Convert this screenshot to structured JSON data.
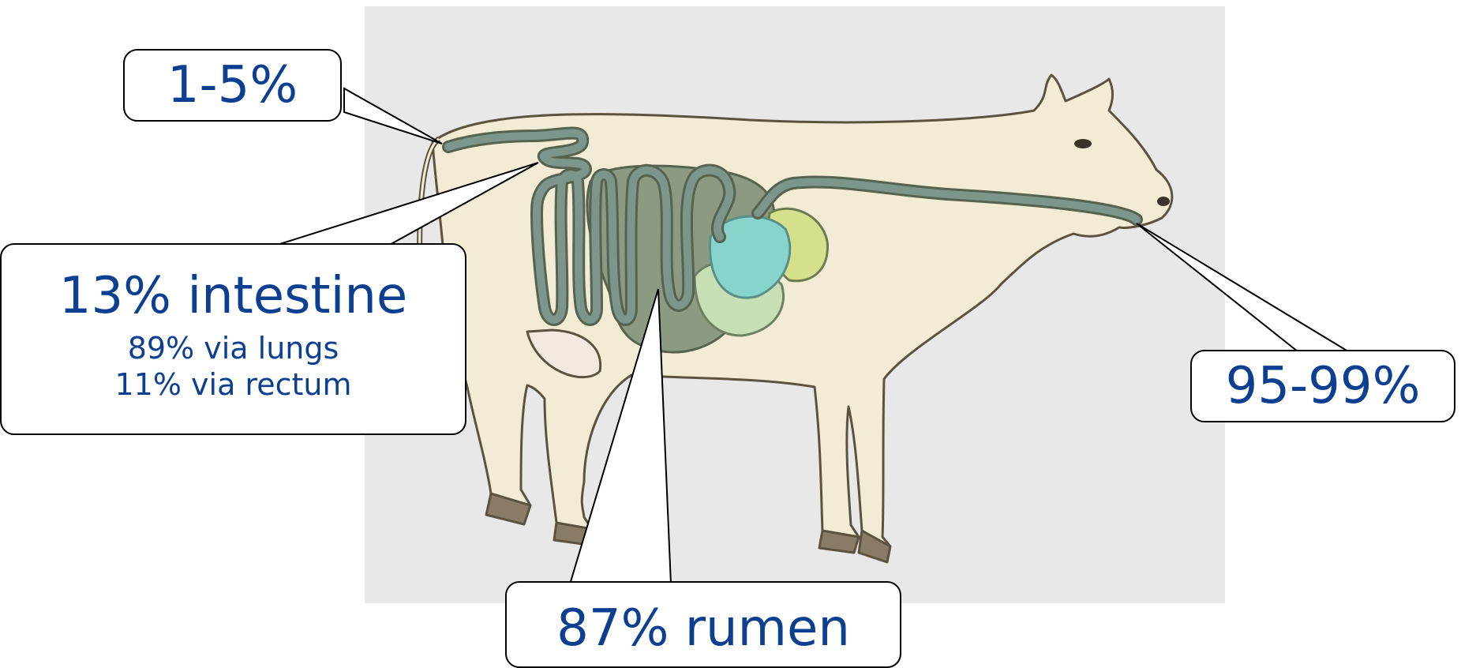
{
  "callouts": {
    "tail": {
      "value": "1-5%"
    },
    "intestine": {
      "title": "13% intestine",
      "line1": "89% via lungs",
      "line2": "11% via rectum"
    },
    "mouth": {
      "value": "95-99%"
    },
    "rumen": {
      "value": "87% rumen"
    }
  },
  "colors": {
    "text": "#0d3f91",
    "background": "#e8e8e8",
    "cow_body": "#f2ecd6",
    "tract": "#7d968c",
    "rumen": "#8b9a80",
    "reticulum": "#86d4cc",
    "omasum": "#d4e08a",
    "abomasum": "#c6dfb4"
  }
}
